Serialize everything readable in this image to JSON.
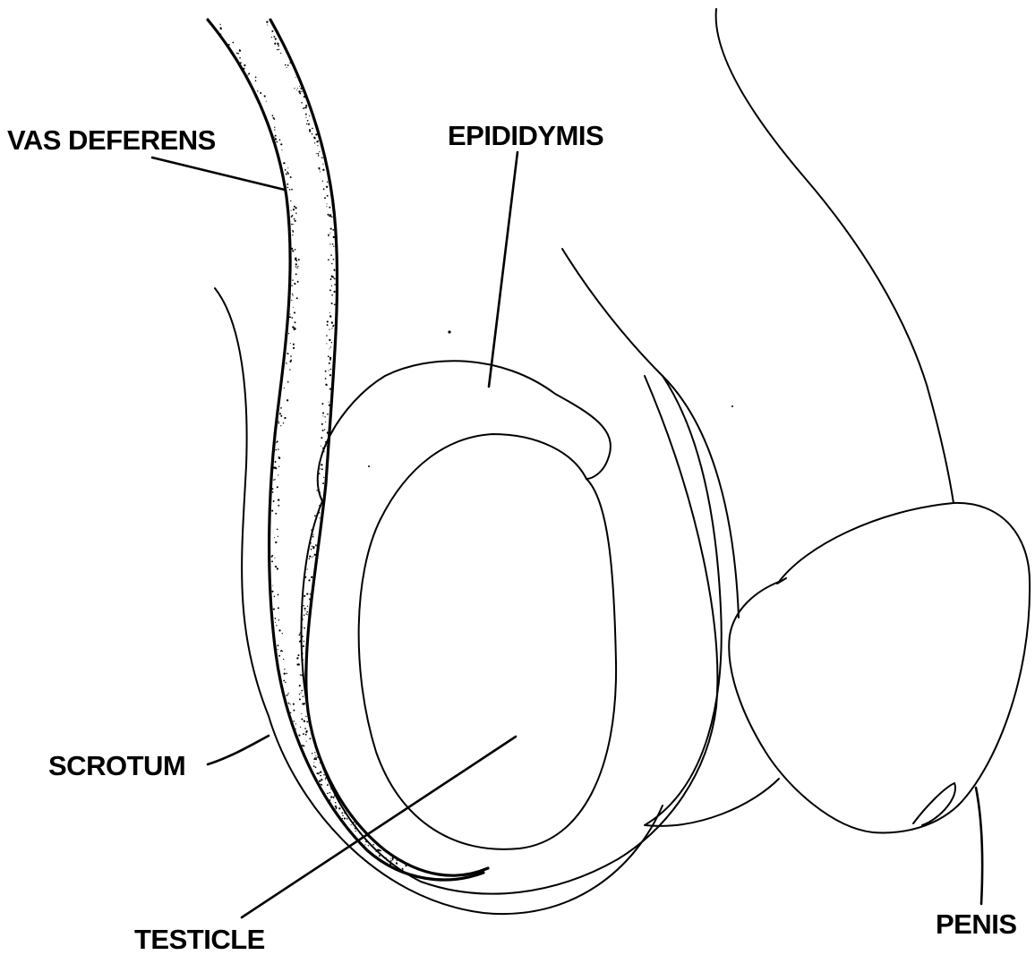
{
  "labels": {
    "vas_deferens": "VAS DEFERENS",
    "epididymis": "EPIDIDYMIS",
    "scrotum": "SCROTUM",
    "testicle": "TESTICLE",
    "penis": "PENIS"
  },
  "colors": {
    "line": "#000000",
    "background": "#ffffff"
  }
}
